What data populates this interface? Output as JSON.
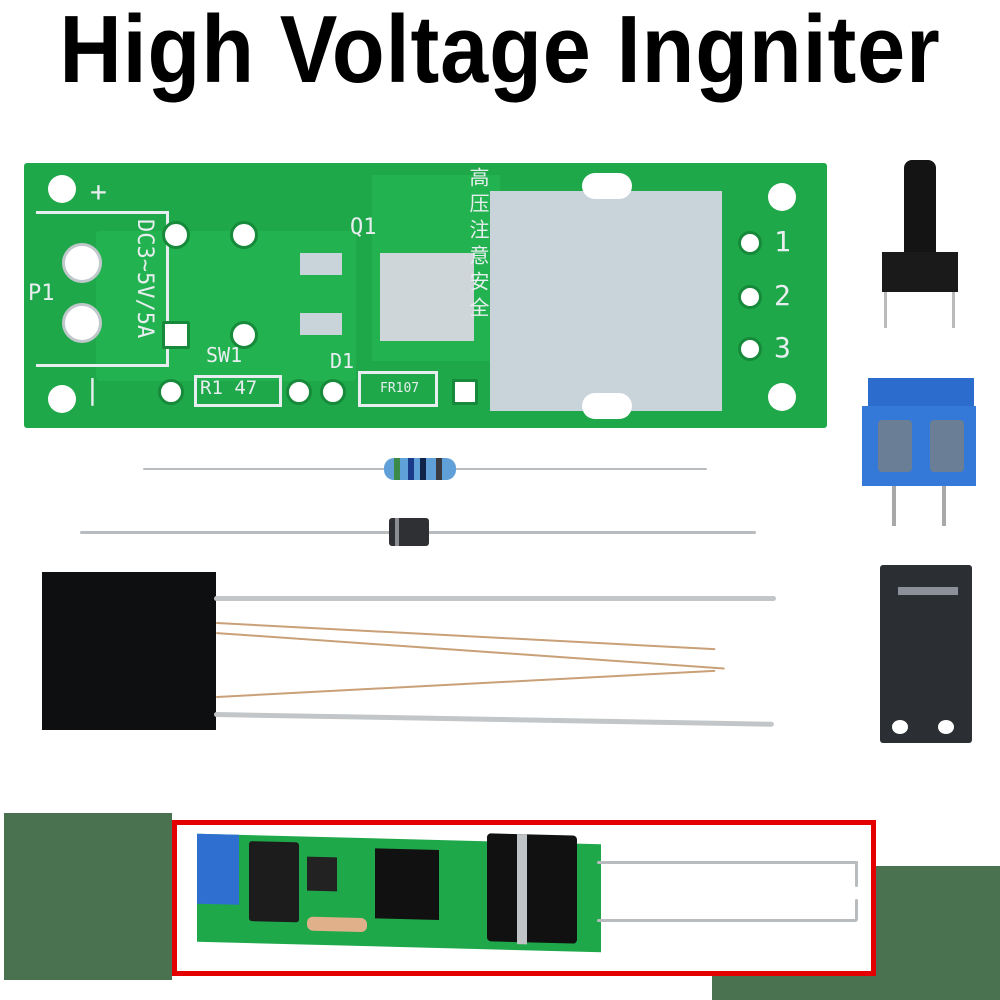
{
  "title": "High Voltage Ingniter",
  "pcb": {
    "labels": {
      "plus": "+",
      "minus": "|",
      "power_spec": "DC3~5V/5A",
      "connector": "P1",
      "switch": "SW1",
      "transistor": "Q1",
      "diode": "D1",
      "resistor": "R1  47",
      "diode_part": "FR107",
      "chinese_text": "高压注意安全",
      "pin1": "1",
      "pin2": "2",
      "pin3": "3"
    },
    "color": "#1fa84a"
  },
  "components": [
    {
      "name": "tactile-switch"
    },
    {
      "name": "blue-terminal-block",
      "color": "#2f6fd0"
    },
    {
      "name": "mosfet-transistor"
    },
    {
      "name": "resistor-47ohm"
    },
    {
      "name": "diode-fr107"
    },
    {
      "name": "high-voltage-coil"
    }
  ],
  "assembled_preview": {
    "border_color": "#e50000",
    "accent_blocks_color": "#4a7250"
  }
}
